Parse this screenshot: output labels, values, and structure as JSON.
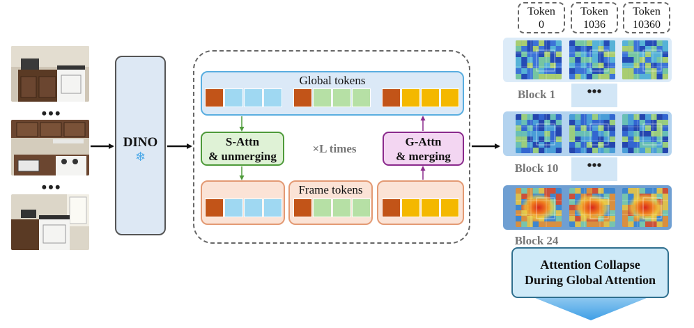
{
  "dino": {
    "label": "DINO",
    "frozen_icon": "snowflake-icon",
    "frozen_glyph": "❄"
  },
  "ellipsis": "•••",
  "global_tokens": {
    "label": "Global tokens"
  },
  "frame_tokens": {
    "label": "Frame tokens"
  },
  "s_attn": {
    "line1": "S-Attn",
    "line2": "& unmerging"
  },
  "g_attn": {
    "line1": "G-Attn",
    "line2": "& merging"
  },
  "loop": {
    "label": "×L times"
  },
  "token_headers": [
    {
      "line1": "Token",
      "line2": "0"
    },
    {
      "line1": "Token",
      "line2": "1036"
    },
    {
      "line1": "Token",
      "line2": "10360"
    }
  ],
  "blocks": [
    {
      "label": "Block 1"
    },
    {
      "label": "Block 10"
    },
    {
      "label": "Block 24"
    }
  ],
  "collapse": {
    "line1": "Attention Collapse",
    "line2": "During Global Attention"
  },
  "colors": {
    "token_orange": "#c25418",
    "token_blue": "#9fd8f2",
    "token_green": "#b6e0a5",
    "token_gold": "#f4b800",
    "s_attn_border": "#4e9a3a",
    "g_attn_border": "#8a2a8c",
    "global_border": "#5aaee0",
    "frame_border": "#e39a74",
    "collapse_arrow": "#5aaee8"
  }
}
